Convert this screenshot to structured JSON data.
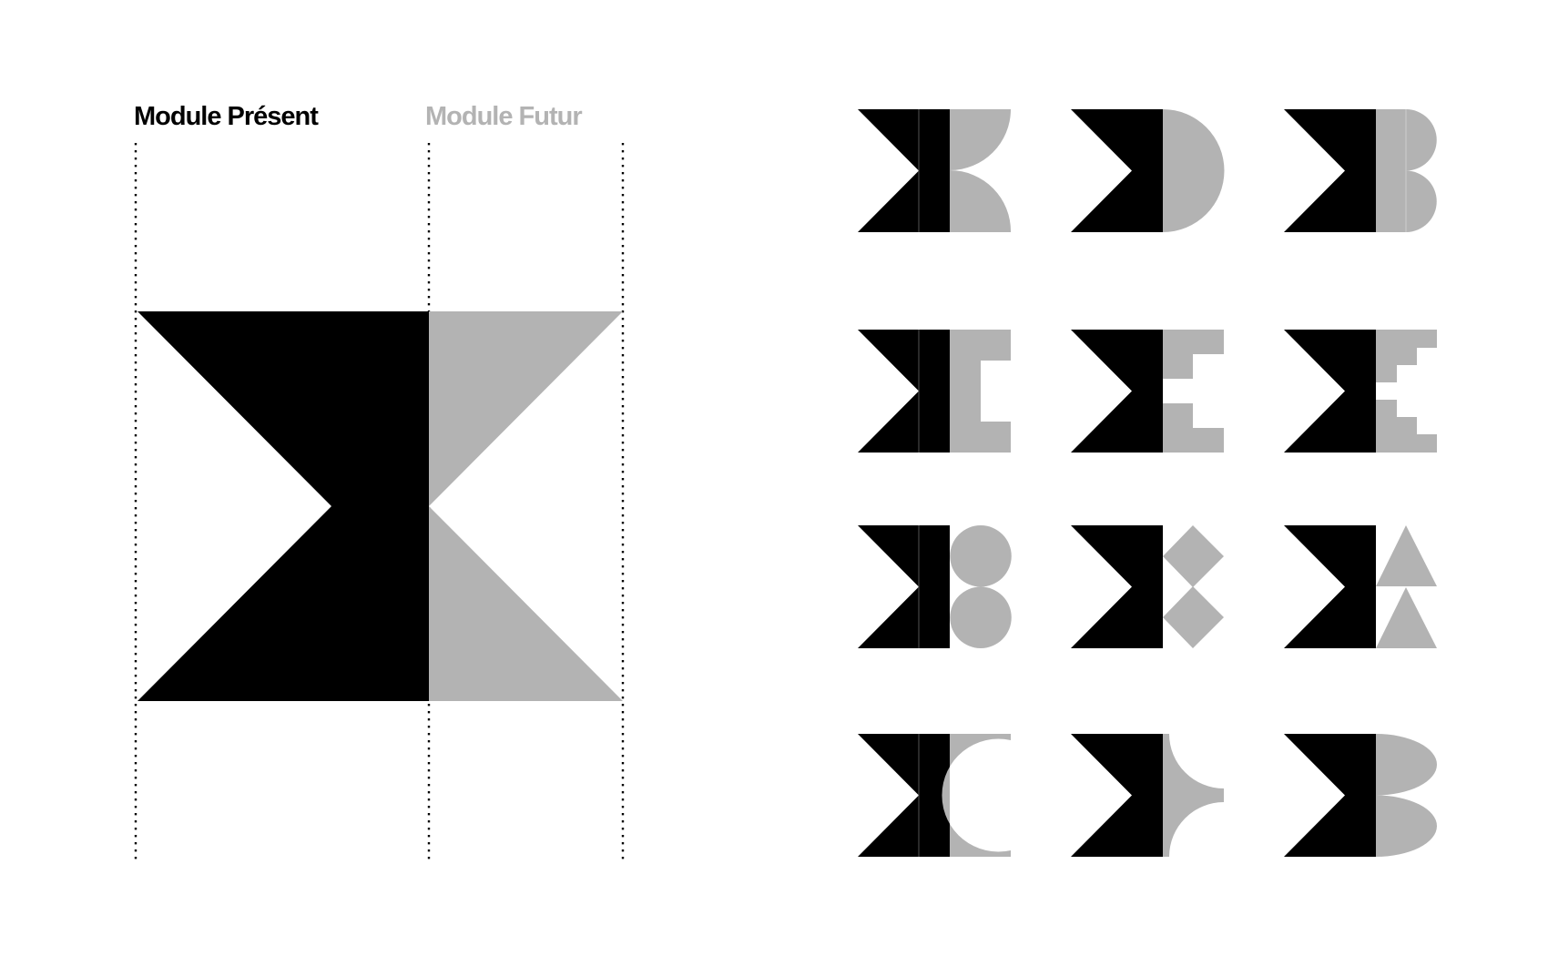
{
  "labels": {
    "present": "Module Présent",
    "futur": "Module Futur"
  },
  "colors": {
    "present": "#000000",
    "futur": "#b3b3b3",
    "background": "#ffffff",
    "guide": "#000000"
  },
  "variants": [
    {
      "row": 1,
      "col": 1,
      "present": "split",
      "futur": "two-quarter-circles"
    },
    {
      "row": 1,
      "col": 2,
      "present": "solid",
      "futur": "semicircle"
    },
    {
      "row": 1,
      "col": 3,
      "present": "solid",
      "futur": "double-bump"
    },
    {
      "row": 2,
      "col": 1,
      "present": "split",
      "futur": "bracket"
    },
    {
      "row": 2,
      "col": 2,
      "present": "solid",
      "futur": "stepped-e"
    },
    {
      "row": 2,
      "col": 3,
      "present": "solid",
      "futur": "staircase"
    },
    {
      "row": 3,
      "col": 1,
      "present": "split",
      "futur": "two-circles"
    },
    {
      "row": 3,
      "col": 2,
      "present": "solid",
      "futur": "two-diamonds"
    },
    {
      "row": 3,
      "col": 3,
      "present": "solid",
      "futur": "two-triangles"
    },
    {
      "row": 4,
      "col": 1,
      "present": "split",
      "futur": "crescent"
    },
    {
      "row": 4,
      "col": 2,
      "present": "solid",
      "futur": "concave-arcs"
    },
    {
      "row": 4,
      "col": 3,
      "present": "solid",
      "futur": "double-lens"
    }
  ]
}
